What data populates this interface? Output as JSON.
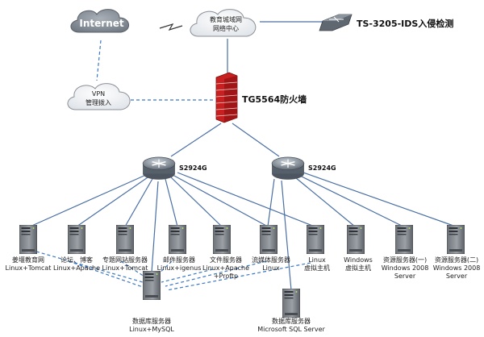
{
  "internet": {
    "label": "Internet"
  },
  "metro_center": {
    "line1": "教育城域网",
    "line2": "网络中心"
  },
  "ids": {
    "label": "TS-3205-IDS入侵检测"
  },
  "vpn": {
    "line1": "VPN",
    "line2": "管理拨入"
  },
  "firewall": {
    "label": "TG5564防火墙"
  },
  "switch_left": {
    "label": "S2924G"
  },
  "switch_right": {
    "label": "S2924G"
  },
  "servers": [
    {
      "line1": "姜堰教育网",
      "line2": "Linux+Tomcat",
      "line3": ""
    },
    {
      "line1": "论坛、博客",
      "line2": "Linux+Apache",
      "line3": ""
    },
    {
      "line1": "专题网站服务器",
      "line2": "Linux+Tomcat",
      "line3": ""
    },
    {
      "line1": "邮件服务器",
      "line2": "Linux+igenus",
      "line3": ""
    },
    {
      "line1": "文件服务器",
      "line2": "Linux+Apache",
      "line3": "+Proftp"
    },
    {
      "line1": "流媒体服务器",
      "line2": "Linux",
      "line3": ""
    },
    {
      "line1": "Linux",
      "line2": "虚拟主机",
      "line3": ""
    },
    {
      "line1": "Windows",
      "line2": "虚拟主机",
      "line3": ""
    },
    {
      "line1": "资源服务器(一)",
      "line2": "Windows 2008",
      "line3": "Server"
    },
    {
      "line1": "资源服务器(二)",
      "line2": "Windows 2008",
      "line3": "Server"
    }
  ],
  "db_mysql": {
    "line1": "数据库服务器",
    "line2": "Linux+MySQL"
  },
  "db_mssql": {
    "line1": "数据库服务器",
    "line2": "Microsoft SQL Server"
  }
}
